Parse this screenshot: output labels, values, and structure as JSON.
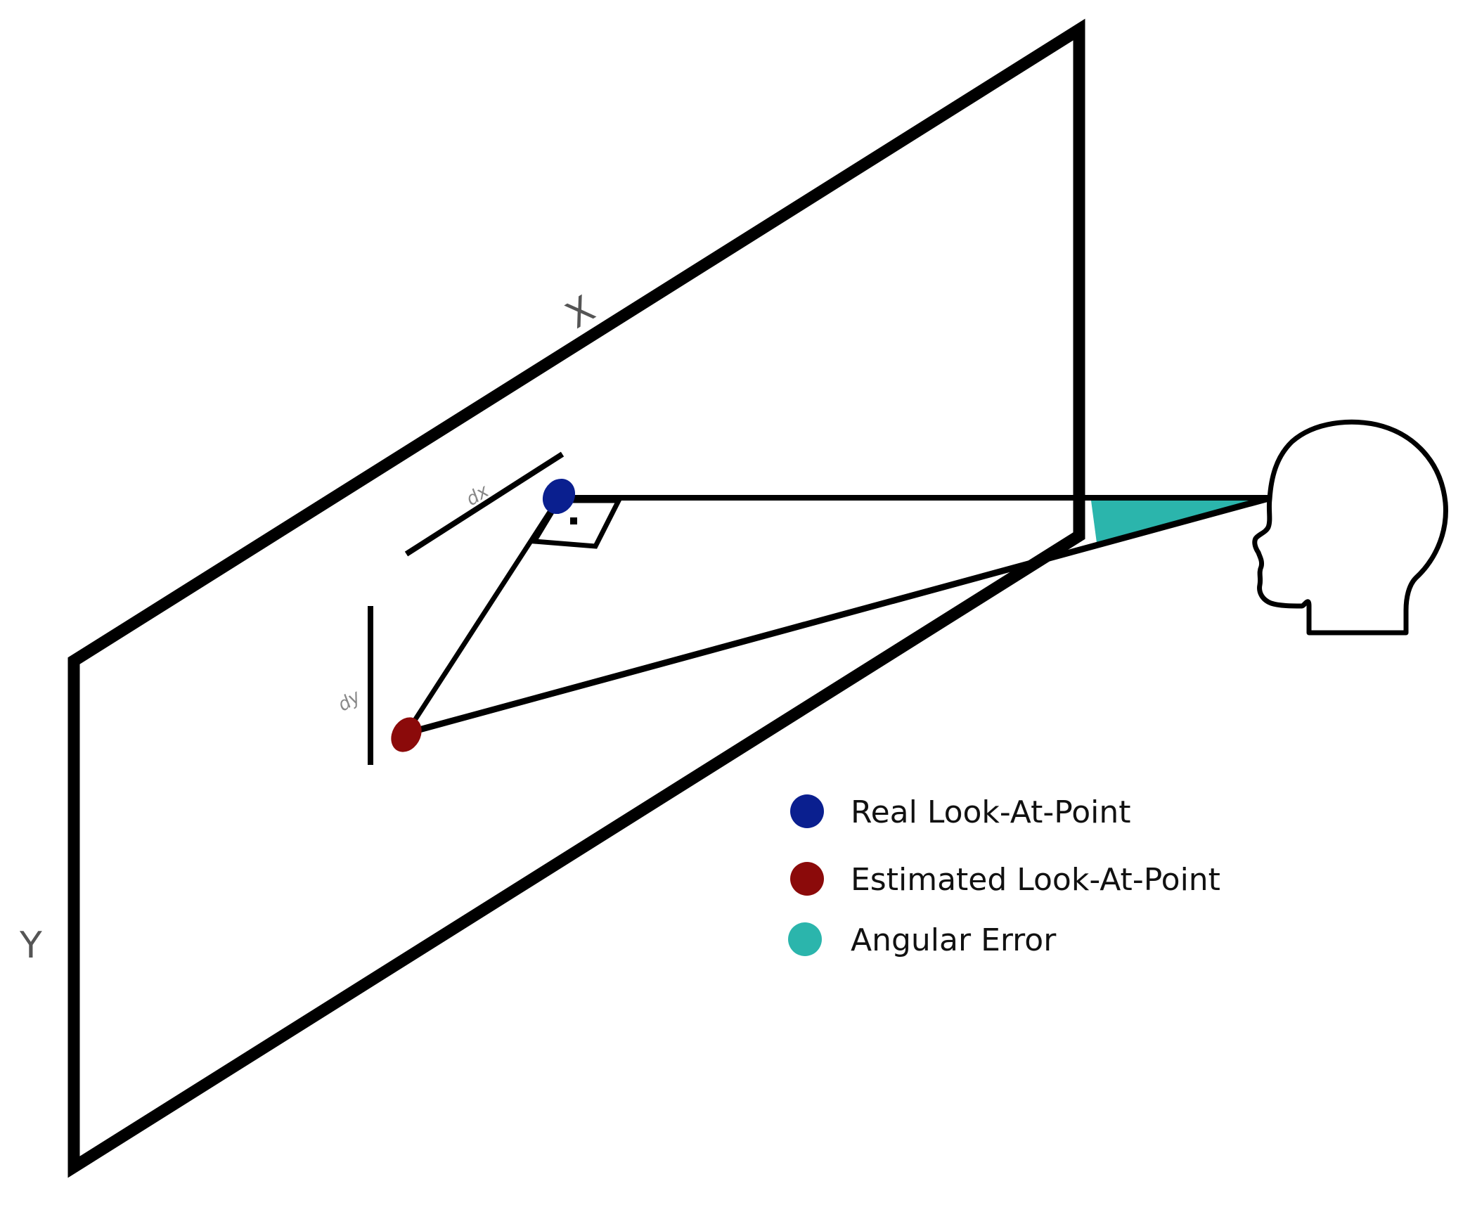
{
  "colors": {
    "real_point": "#0a1f8f",
    "estimated_point": "#8b0a0a",
    "angular_error": "#2bb5ac",
    "lines": "#000000",
    "axis_text": "#555555",
    "dim_text": "#888888"
  },
  "axis": {
    "x_label": "X",
    "y_label": "Y"
  },
  "dimensions": {
    "dx_label": "dx",
    "dy_label": "dy"
  },
  "legend": {
    "items": [
      {
        "label": "Real Look-At-Point",
        "color": "#0a1f8f",
        "icon": "blue-dot-icon"
      },
      {
        "label": "Estimated Look-At-Point",
        "color": "#8b0a0a",
        "icon": "red-dot-icon"
      },
      {
        "label": "Angular Error",
        "color": "#2bb5ac",
        "icon": "teal-dot-icon"
      }
    ]
  },
  "icons": {
    "head": "head-profile-icon",
    "right_angle": "right-angle-marker"
  }
}
